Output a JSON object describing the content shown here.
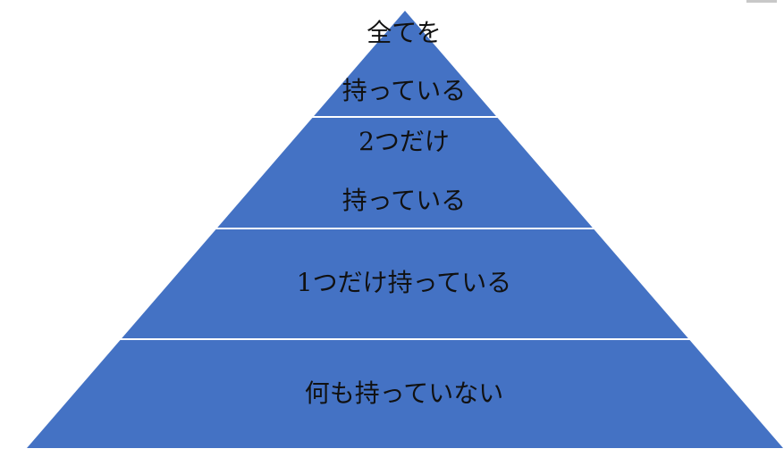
{
  "diagram": {
    "colors": {
      "fill": "#4472C4",
      "divider": "#ffffff",
      "text": "#111111",
      "background": "#ffffff"
    },
    "tiers": [
      {
        "lines": [
          "全てを",
          "持っている"
        ]
      },
      {
        "lines": [
          "2つだけ",
          "持っている"
        ]
      },
      {
        "lines": [
          "1つだけ持っている"
        ]
      },
      {
        "lines": [
          "何も持っていない"
        ]
      }
    ]
  }
}
